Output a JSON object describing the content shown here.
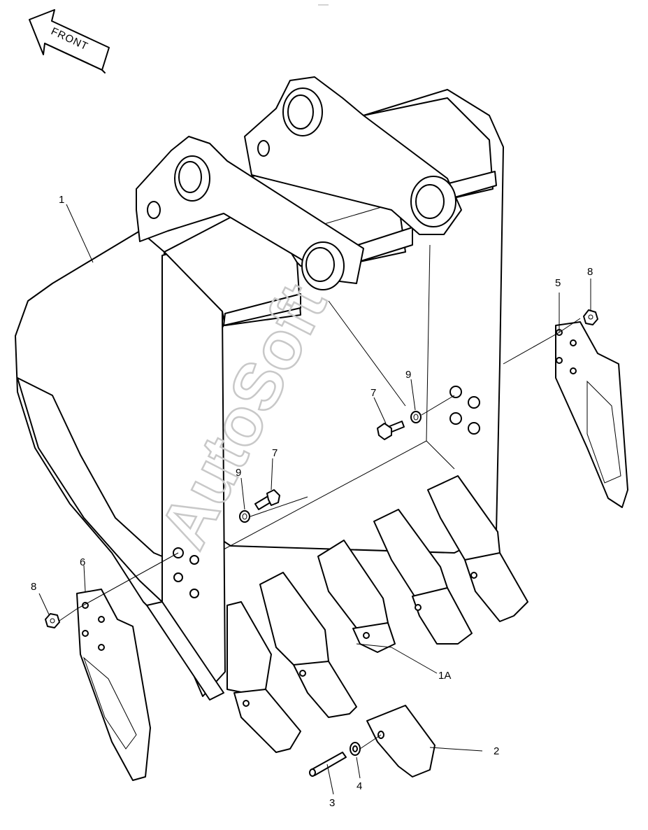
{
  "direction_arrow": {
    "label": "FRONT"
  },
  "watermark": "AutoSoft",
  "callouts": [
    {
      "id": "1",
      "label": "1"
    },
    {
      "id": "1A",
      "label": "1A"
    },
    {
      "id": "2",
      "label": "2"
    },
    {
      "id": "3",
      "label": "3"
    },
    {
      "id": "4",
      "label": "4"
    },
    {
      "id": "5",
      "label": "5"
    },
    {
      "id": "6",
      "label": "6"
    },
    {
      "id": "7a",
      "label": "7"
    },
    {
      "id": "7b",
      "label": "7"
    },
    {
      "id": "8a",
      "label": "8"
    },
    {
      "id": "8b",
      "label": "8"
    },
    {
      "id": "9a",
      "label": "9"
    },
    {
      "id": "9b",
      "label": "9"
    }
  ]
}
